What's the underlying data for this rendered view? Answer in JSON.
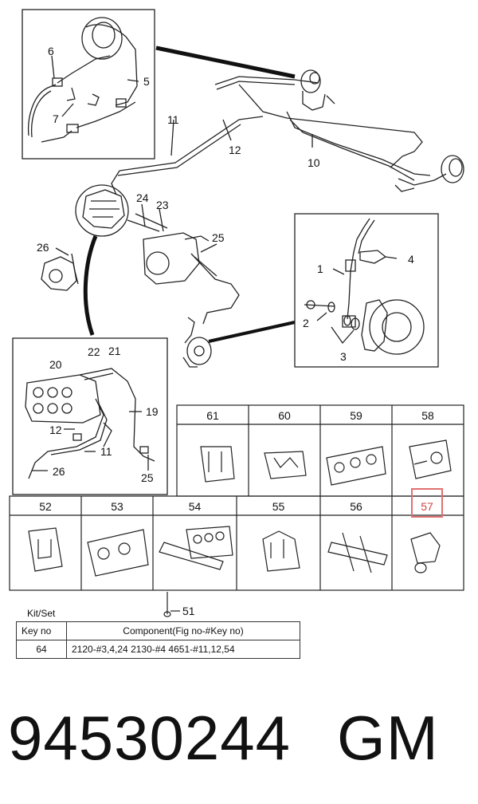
{
  "callouts": {
    "c6": "6",
    "c5": "5",
    "c7": "7",
    "c11a": "11",
    "c12a": "12",
    "c10": "10",
    "c24": "24",
    "c23": "23",
    "c25a": "25",
    "c26a": "26",
    "c1": "1",
    "c4": "4",
    "c2": "2",
    "c3": "3",
    "c20": "20",
    "c22": "22",
    "c21": "21",
    "c19": "19",
    "c12b": "12",
    "c11b": "11",
    "c26b": "26",
    "c25b": "25",
    "c51": "51"
  },
  "parts_row1": [
    "61",
    "60",
    "59",
    "58"
  ],
  "parts_row2": [
    "52",
    "53",
    "54",
    "55",
    "56",
    "57"
  ],
  "highlighted_part": "57",
  "kit": {
    "title": "Kit/Set",
    "header_key": "Key no",
    "header_component": "Component(Fig no-#Key no)",
    "row_key": "64",
    "row_component": "2120-#3,4,24  2130-#4  4651-#11,12,54"
  },
  "footer": {
    "part_number": "94530244",
    "brand": "GM"
  },
  "colors": {
    "line": "#222222",
    "highlight": "#e07070"
  }
}
